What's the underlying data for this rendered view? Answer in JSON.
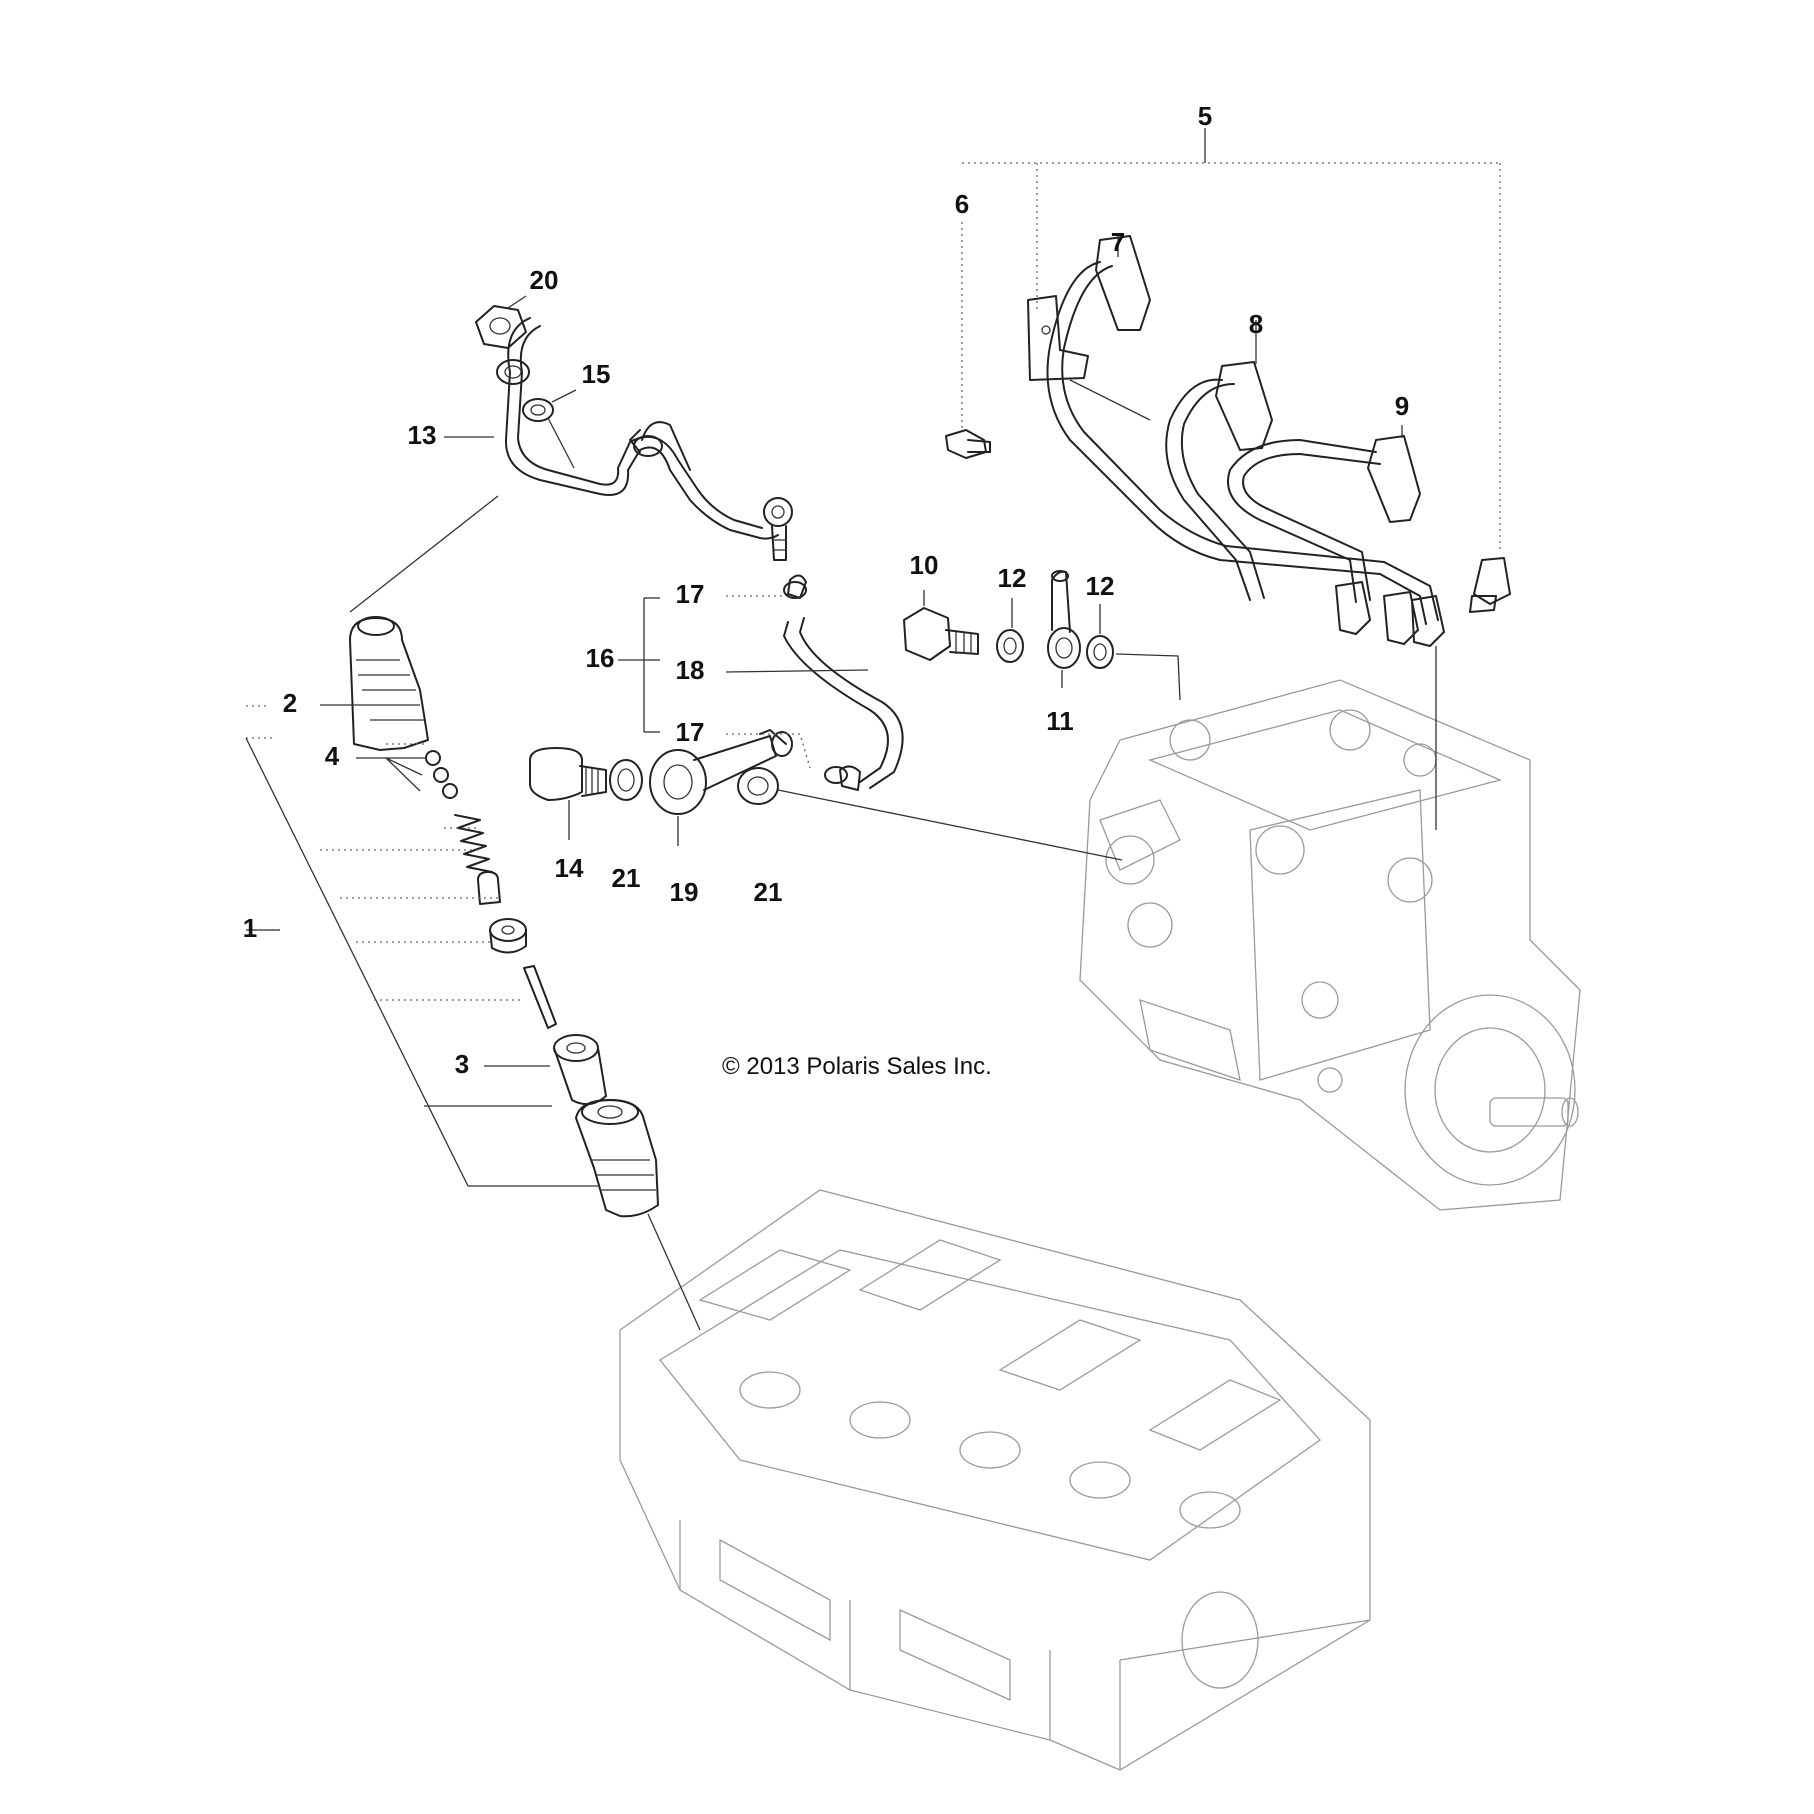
{
  "diagram": {
    "copyright": "© 2013 Polaris Sales Inc.",
    "callouts": {
      "c1": "1",
      "c2": "2",
      "c3": "3",
      "c4": "4",
      "c5": "5",
      "c6": "6",
      "c7": "7",
      "c8": "8",
      "c9": "9",
      "c10": "10",
      "c11": "11",
      "c12a": "12",
      "c12b": "12",
      "c13": "13",
      "c14": "14",
      "c15": "15",
      "c16": "16",
      "c17a": "17",
      "c17b": "17",
      "c18": "18",
      "c19": "19",
      "c20": "20",
      "c21a": "21",
      "c21b": "21"
    },
    "colors": {
      "line": "#222222",
      "ghost": "#9a9a9a",
      "background": "#ffffff"
    }
  }
}
